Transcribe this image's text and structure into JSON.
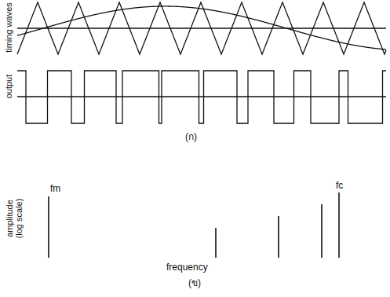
{
  "diagram": {
    "labels": [
      "timing waves",
      "output",
      "(ก)",
      "amplitude (log scale)",
      "fm",
      "fc",
      "frequency",
      "(ข)"
    ]
  }
}
